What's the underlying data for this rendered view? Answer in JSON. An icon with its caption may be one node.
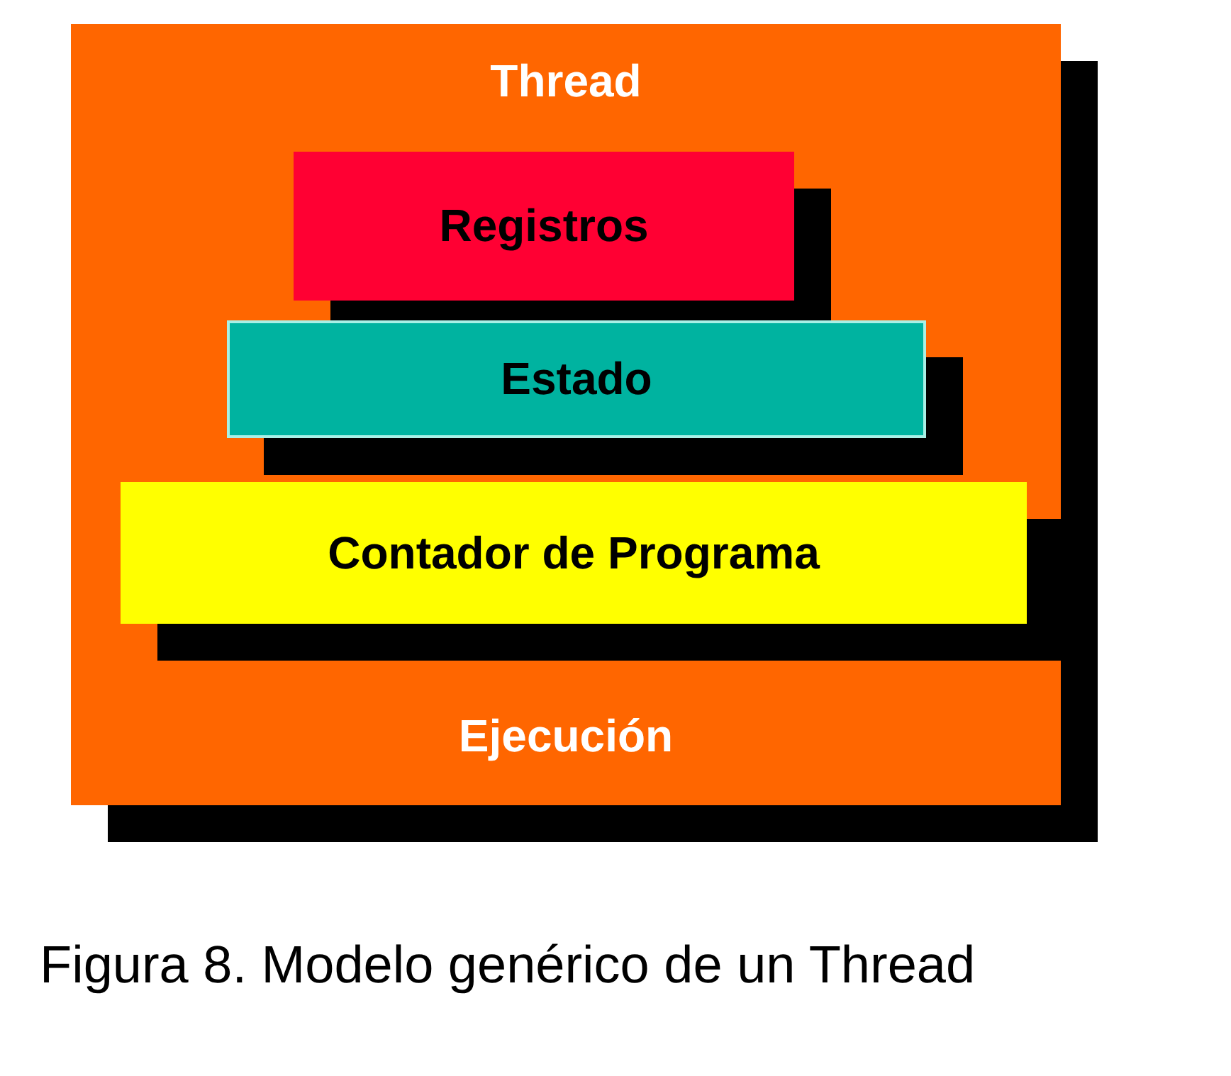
{
  "diagram": {
    "caption": "Figura 8. Modelo genérico de un Thread",
    "nodes": [
      {
        "text": [
          "Thread",
          "Ejecución"
        ]
      },
      {
        "text": [
          "Registros"
        ],
        "in": 0
      },
      {
        "text": [
          "Estado"
        ],
        "in": 0
      },
      {
        "text": [
          "Contador de Programa"
        ],
        "in": 0
      }
    ]
  }
}
